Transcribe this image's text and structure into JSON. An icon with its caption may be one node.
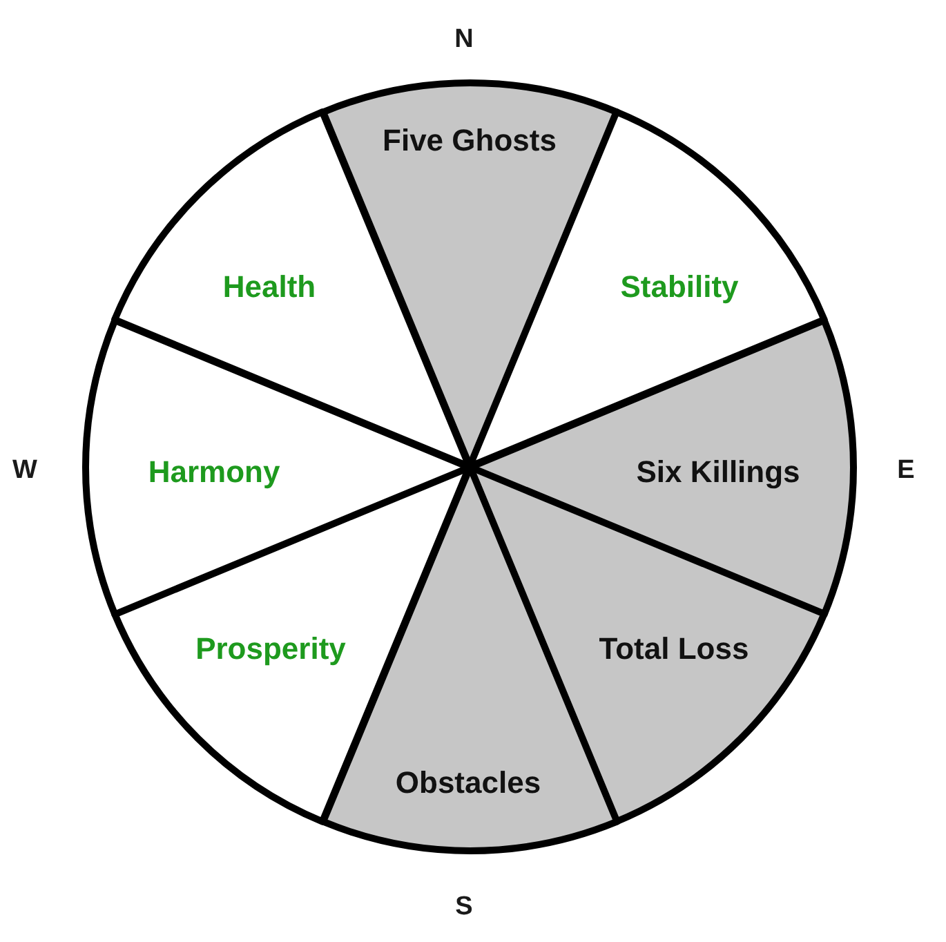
{
  "diagram": {
    "nodes": [
      {
        "text": [
          "Five Ghosts"
        ]
      },
      {
        "text": [
          "Stability"
        ]
      },
      {
        "text": [
          "Six Killings"
        ]
      },
      {
        "text": [
          "Total Loss"
        ]
      },
      {
        "text": [
          "Obstacles"
        ]
      },
      {
        "text": [
          "Prosperity"
        ]
      },
      {
        "text": [
          "Harmony"
        ]
      },
      {
        "text": [
          "Health"
        ]
      }
    ],
    "edges": [],
    "labels": [
      "N",
      "W",
      "E",
      "S"
    ]
  }
}
